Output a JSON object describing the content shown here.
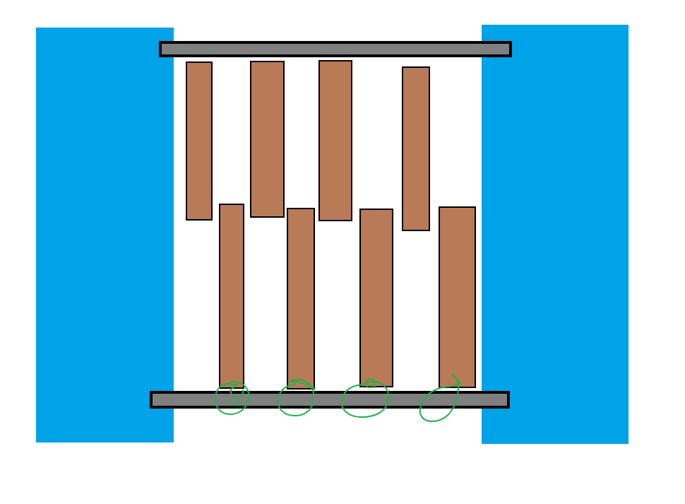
{
  "colors": {
    "background": "#ffffff",
    "side_panel": "#00a2e8",
    "rail_fill": "#7f7f7f",
    "rail_stroke": "#000000",
    "plank_fill": "#b97a57",
    "plank_stroke": "#000000",
    "scribble": "#22b14c"
  },
  "elements": {
    "side_panels": [
      "left",
      "right"
    ],
    "rails": [
      "top",
      "bottom"
    ],
    "upper_planks": 4,
    "lower_planks": 4,
    "scribble_marks": 4
  }
}
